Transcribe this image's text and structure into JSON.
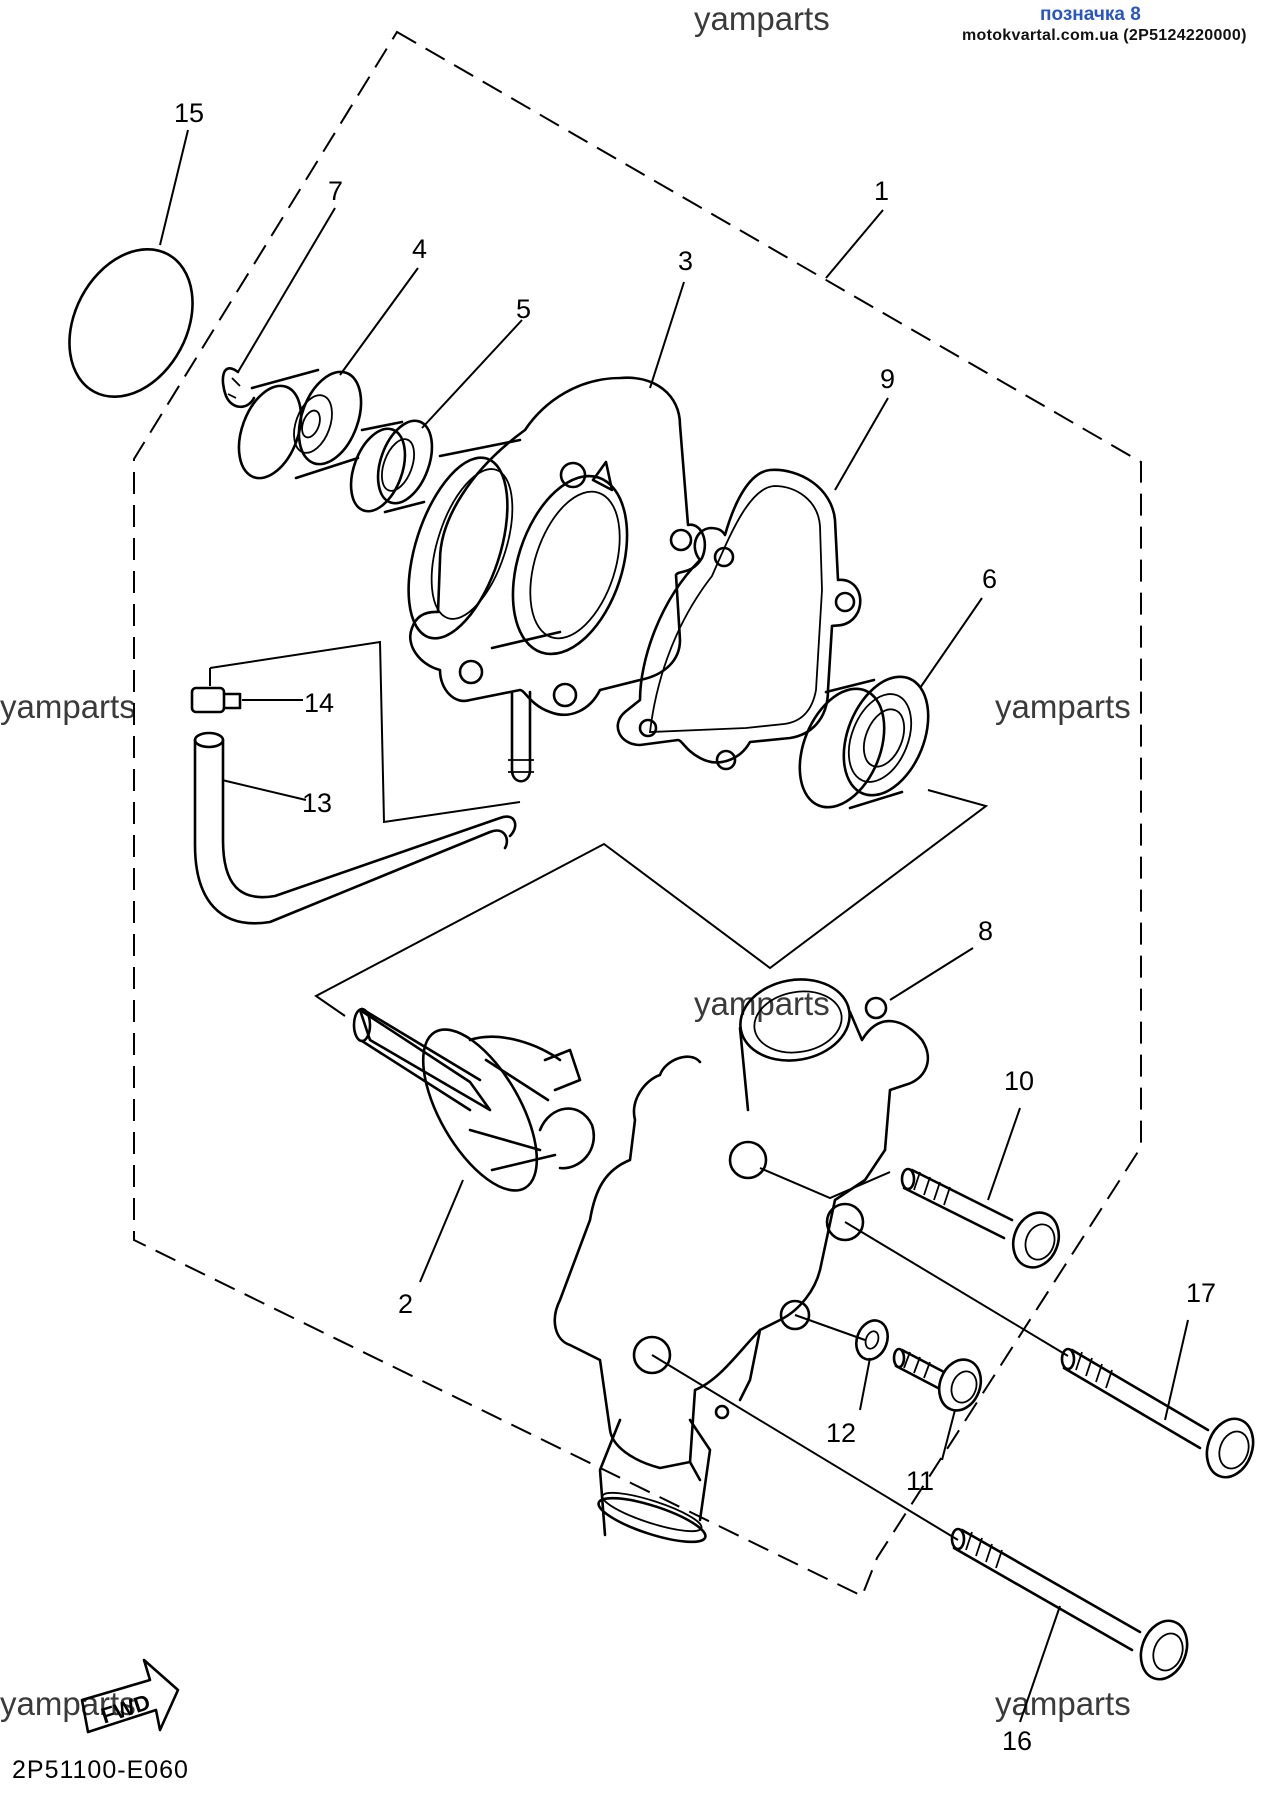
{
  "header": {
    "watermark": "yamparts",
    "badge": "позначка 8",
    "site": "motokvartal.com.ua (2P5124220000)"
  },
  "watermarks": [
    "yamparts",
    "yamparts",
    "yamparts",
    "yamparts",
    "yamparts"
  ],
  "callouts": [
    "1",
    "2",
    "3",
    "4",
    "5",
    "6",
    "7",
    "8",
    "9",
    "10",
    "11",
    "12",
    "13",
    "14",
    "15",
    "16",
    "17"
  ],
  "direction_tag": "FWD",
  "diagram_code": "2P51100-E060"
}
